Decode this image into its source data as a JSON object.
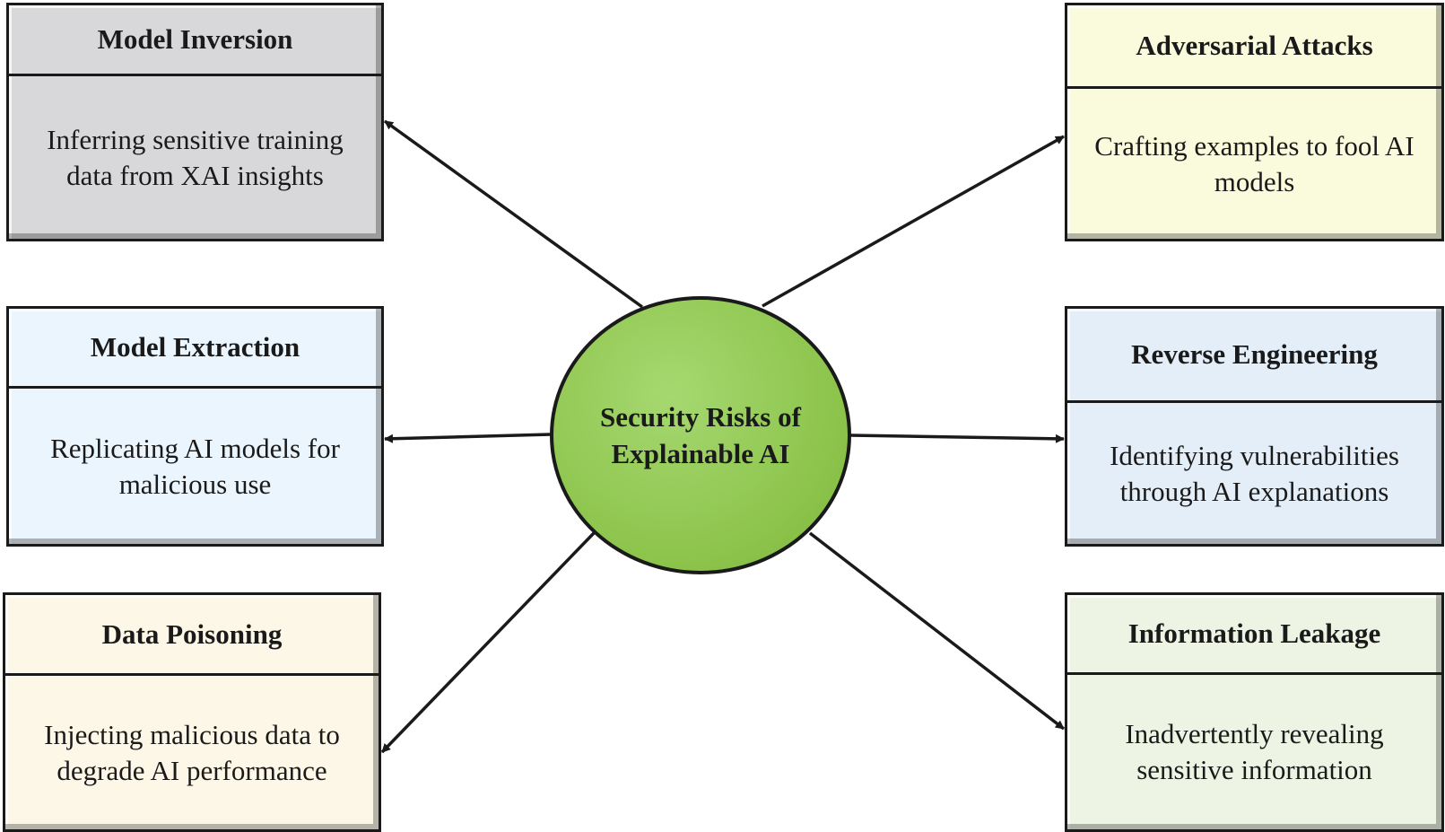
{
  "center": {
    "title": "Security Risks of Explainable AI"
  },
  "boxes": [
    {
      "id": "b-mi",
      "title": "Model Inversion",
      "body": "Inferring sensitive training data from XAI insights"
    },
    {
      "id": "b-me",
      "title": "Model Extraction",
      "body": "Replicating AI models for malicious use"
    },
    {
      "id": "b-dp",
      "title": "Data Poisoning",
      "body": "Injecting malicious data to degrade AI performance"
    },
    {
      "id": "b-aa",
      "title": "Adversarial Attacks",
      "body": "Crafting examples to fool AI models"
    },
    {
      "id": "b-re",
      "title": "Reverse Engineering",
      "body": "Identifying vulnerabilities through AI explanations"
    },
    {
      "id": "b-il",
      "title": "Information Leakage",
      "body": "Inadvertently revealing sensitive information"
    }
  ]
}
